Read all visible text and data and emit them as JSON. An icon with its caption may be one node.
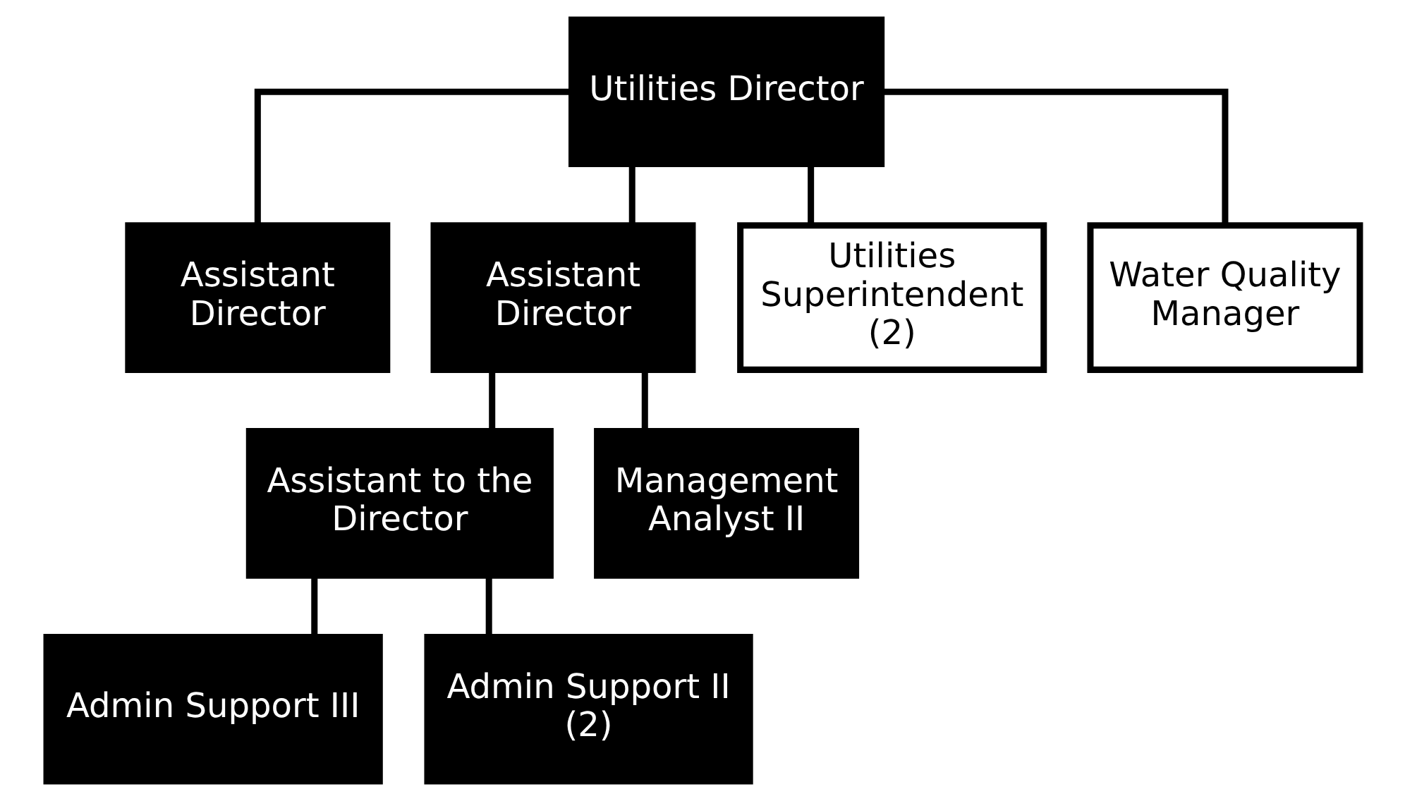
{
  "diagram": {
    "nodes": [
      {
        "text": [
          "Utilities Director"
        ]
      },
      {
        "text": [
          "Assistant Director"
        ]
      },
      {
        "text": [
          "Assistant Director"
        ]
      },
      {
        "text": [
          "Utilities Superintendent (2)"
        ]
      },
      {
        "text": [
          "Water Quality Manager"
        ]
      },
      {
        "text": [
          "Assistant to the Director"
        ]
      },
      {
        "text": [
          "Management Analyst II"
        ]
      },
      {
        "text": [
          "Admin Support III"
        ]
      },
      {
        "text": [
          "Admin Support II (2)"
        ]
      }
    ],
    "edges": [
      {
        "from": 0,
        "to": 1,
        "arrow": "none"
      },
      {
        "from": 0,
        "to": 2,
        "arrow": "none"
      },
      {
        "from": 0,
        "to": 3,
        "arrow": "none"
      },
      {
        "from": 0,
        "to": 4,
        "arrow": "none"
      },
      {
        "from": 2,
        "to": 5,
        "arrow": "none"
      },
      {
        "from": 2,
        "to": 6,
        "arrow": "none"
      },
      {
        "from": 5,
        "to": 7,
        "arrow": "none"
      },
      {
        "from": 5,
        "to": 8,
        "arrow": "none"
      }
    ]
  }
}
